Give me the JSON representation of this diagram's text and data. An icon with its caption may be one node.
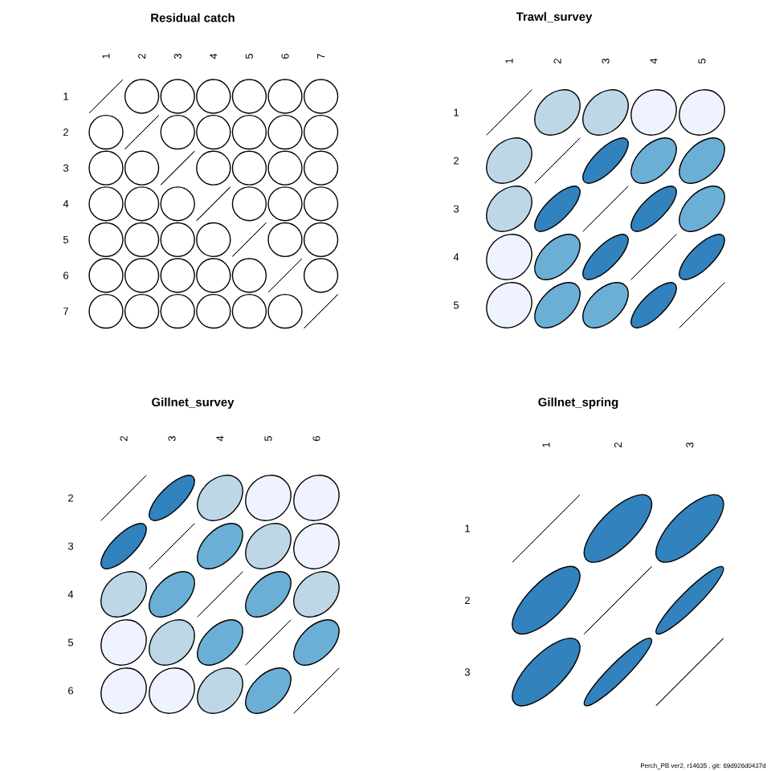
{
  "diagram": {
    "labels": [
      "Residual catch",
      "1",
      "2",
      "3",
      "4",
      "5",
      "6",
      "7",
      "1",
      "2",
      "3",
      "4",
      "5",
      "6",
      "7",
      "Trawl_survey",
      "1",
      "2",
      "3",
      "4",
      "5",
      "1",
      "2",
      "3",
      "4",
      "5",
      "Gillnet_survey",
      "2",
      "3",
      "4",
      "5",
      "6",
      "2",
      "3",
      "4",
      "5",
      "6",
      "Gillnet_spring",
      "1",
      "2",
      "3",
      "1",
      "2",
      "3",
      "Perch_PB ver2, r14635 , git: 69d926d0437d"
    ]
  }
}
